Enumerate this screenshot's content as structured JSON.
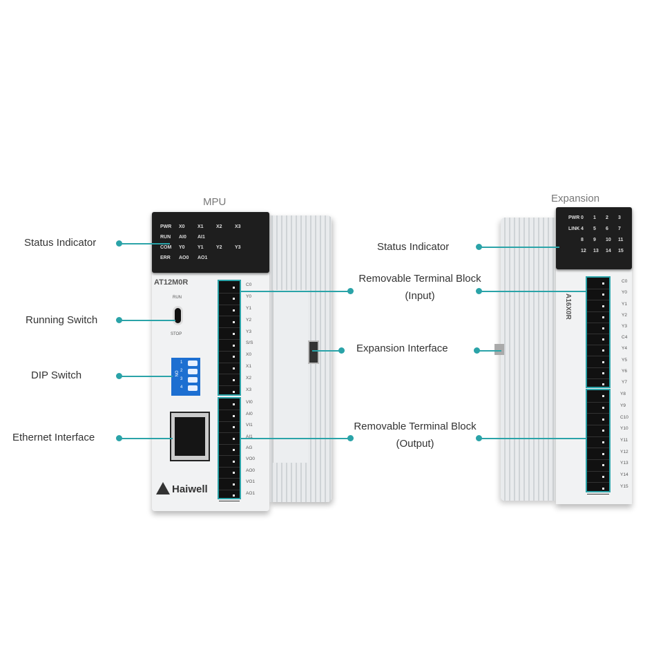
{
  "mpu": {
    "title": "MPU",
    "model": "AT12M0R",
    "brand": "Haiwell",
    "switch_top": "RUN",
    "switch_bottom": "STOP",
    "leds": [
      [
        "PWR",
        "X0",
        "X1",
        "X2",
        "X3"
      ],
      [
        "RUN",
        "AI0",
        "AI1",
        "",
        ""
      ],
      [
        "COM",
        "Y0",
        "Y1",
        "Y2",
        "Y3"
      ],
      [
        "ERR",
        "AO0",
        "AO1",
        "",
        ""
      ]
    ],
    "dip": [
      "ON",
      "1",
      "2",
      "3",
      "4"
    ],
    "input_terminals": [
      "C0",
      "Y0",
      "Y1",
      "Y2",
      "Y3",
      "S/S",
      "X0",
      "X1",
      "X2",
      "X3"
    ],
    "output_terminals": [
      "VI0",
      "AI0",
      "VI1",
      "AI1",
      "AG",
      "VO0",
      "AO0",
      "VO1",
      "AO1"
    ]
  },
  "expansion": {
    "title": "Expansion",
    "model": "A16X0R",
    "leds": [
      [
        "PWR",
        "0",
        "1",
        "2",
        "3"
      ],
      [
        "LINK",
        "4",
        "5",
        "6",
        "7"
      ],
      [
        "",
        "8",
        "9",
        "10",
        "11"
      ],
      [
        "",
        "12",
        "13",
        "14",
        "15"
      ]
    ],
    "input_terminals": [
      "C0",
      "Y0",
      "Y1",
      "Y2",
      "Y3",
      "C4",
      "Y4",
      "Y5",
      "Y6",
      "Y7"
    ],
    "output_terminals": [
      "Y8",
      "Y9",
      "C10",
      "Y10",
      "Y11",
      "Y12",
      "Y13",
      "Y14",
      "Y15"
    ]
  },
  "callouts": {
    "status_left": "Status Indicator",
    "running_switch": "Running Switch",
    "dip_switch": "DIP Switch",
    "ethernet": "Ethernet Interface",
    "status_right": "Status Indicator",
    "rtb_input_1": "Removable Terminal Block",
    "rtb_input_2": "(Input)",
    "expansion_interface": "Expansion Interface",
    "rtb_output_1": "Removable Terminal Block",
    "rtb_output_2": "(Output)"
  },
  "accent": "#2aa3a8"
}
